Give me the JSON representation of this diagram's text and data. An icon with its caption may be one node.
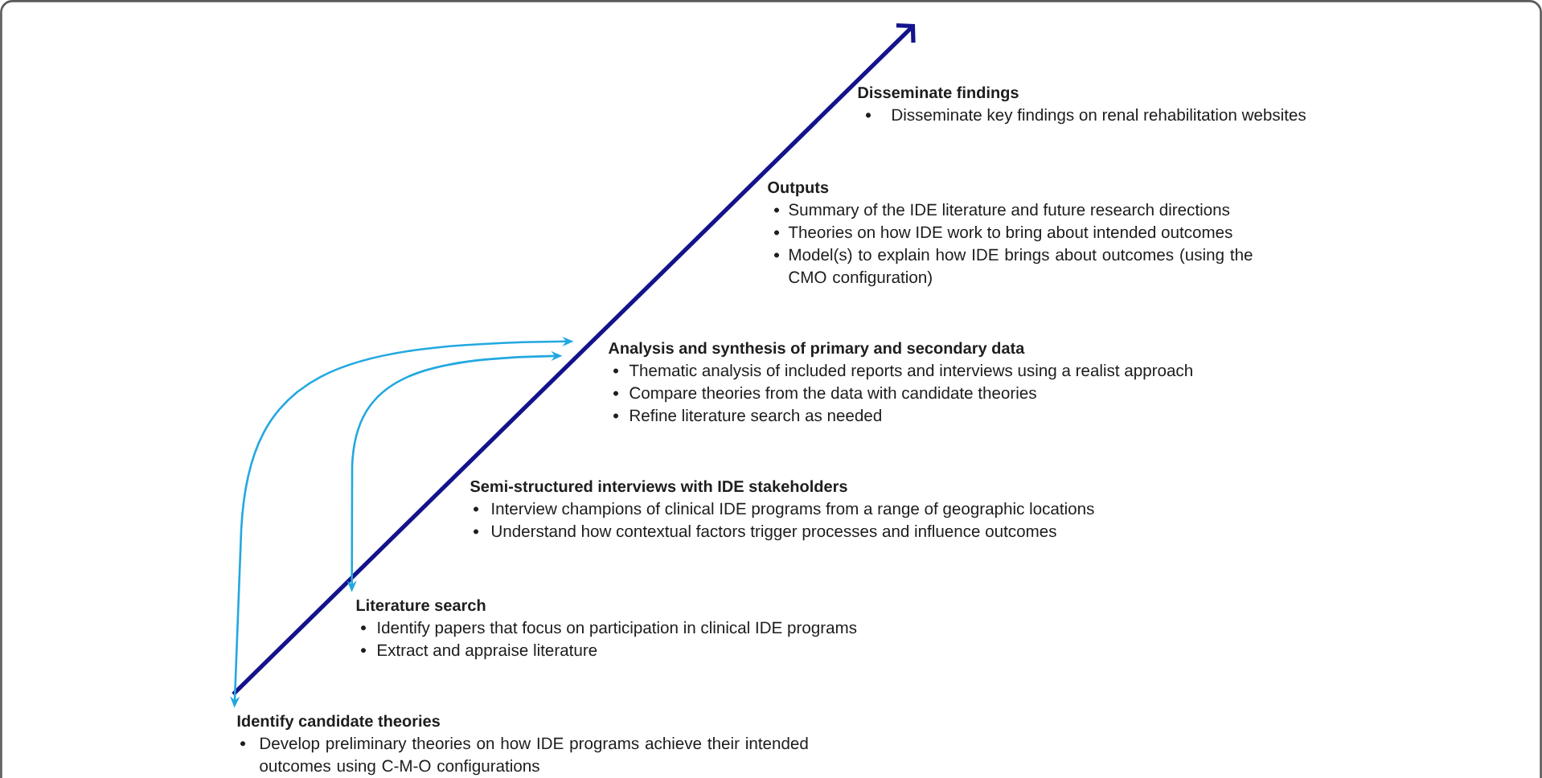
{
  "diagram": {
    "nodes": [
      {
        "text": [
          "Disseminate findings",
          "Disseminate key findings on renal rehabilitation websites"
        ]
      },
      {
        "text": [
          "Outputs",
          "Summary of the IDE literature and future research directions",
          "Theories on how IDE work to bring about intended outcomes",
          "Model(s) to explain how IDE brings about outcomes (using the CMO configuration)"
        ]
      },
      {
        "text": [
          "Analysis and synthesis of primary and secondary data",
          "Thematic analysis of included reports and interviews using a realist approach",
          "Compare theories from the data with candidate theories",
          "Refine literature search as needed"
        ]
      },
      {
        "text": [
          "Semi-structured interviews with IDE stakeholders",
          "Interview champions of clinical IDE programs from a range of geographic locations",
          "Understand how contextual factors trigger processes and influence outcomes"
        ]
      },
      {
        "text": [
          "Literature search",
          "Identify papers that focus on participation in clinical IDE programs",
          "Extract and appraise literature"
        ]
      },
      {
        "text": [
          "Identify candidate theories",
          "Develop preliminary theories on how IDE programs achieve their intended outcomes using C-M-O configurations"
        ]
      }
    ],
    "edges": [
      {
        "from": 5,
        "to": 2,
        "arrow": "both"
      },
      {
        "from": 4,
        "to": 2,
        "arrow": "both"
      }
    ]
  }
}
